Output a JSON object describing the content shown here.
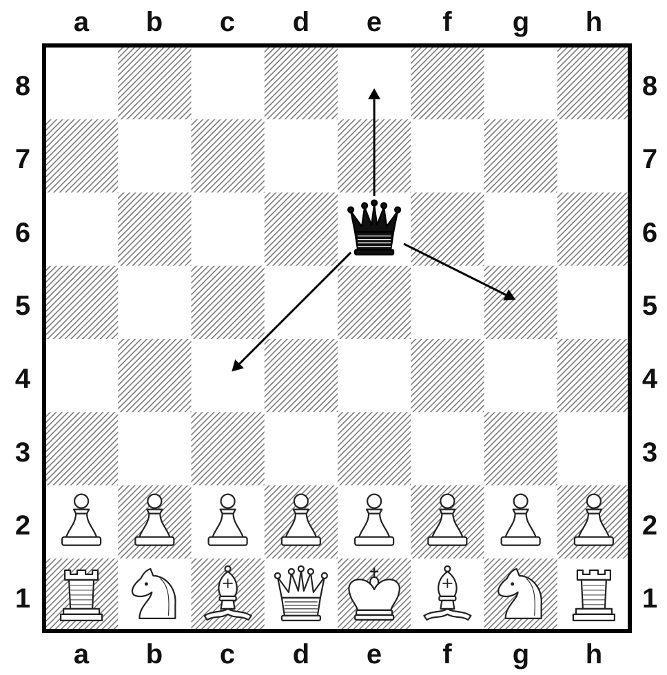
{
  "files": [
    "a",
    "b",
    "c",
    "d",
    "e",
    "f",
    "g",
    "h"
  ],
  "ranks": [
    "8",
    "7",
    "6",
    "5",
    "4",
    "3",
    "2",
    "1"
  ],
  "colors": {
    "light_square": "#ffffff",
    "dark_square_hatch": "#7a7a7a",
    "border": "#000000",
    "arrow": "#000000"
  },
  "pieces": [
    {
      "square": "e6",
      "piece": "queen",
      "color": "black",
      "icon": "black-queen-icon"
    },
    {
      "square": "a2",
      "piece": "pawn",
      "color": "white",
      "icon": "white-pawn-icon"
    },
    {
      "square": "b2",
      "piece": "pawn",
      "color": "white",
      "icon": "white-pawn-icon"
    },
    {
      "square": "c2",
      "piece": "pawn",
      "color": "white",
      "icon": "white-pawn-icon"
    },
    {
      "square": "d2",
      "piece": "pawn",
      "color": "white",
      "icon": "white-pawn-icon"
    },
    {
      "square": "e2",
      "piece": "pawn",
      "color": "white",
      "icon": "white-pawn-icon"
    },
    {
      "square": "f2",
      "piece": "pawn",
      "color": "white",
      "icon": "white-pawn-icon"
    },
    {
      "square": "g2",
      "piece": "pawn",
      "color": "white",
      "icon": "white-pawn-icon"
    },
    {
      "square": "h2",
      "piece": "pawn",
      "color": "white",
      "icon": "white-pawn-icon"
    },
    {
      "square": "a1",
      "piece": "rook",
      "color": "white",
      "icon": "white-rook-icon"
    },
    {
      "square": "b1",
      "piece": "knight",
      "color": "white",
      "icon": "white-knight-icon"
    },
    {
      "square": "c1",
      "piece": "bishop",
      "color": "white",
      "icon": "white-bishop-icon"
    },
    {
      "square": "d1",
      "piece": "queen",
      "color": "white",
      "icon": "white-queen-icon"
    },
    {
      "square": "e1",
      "piece": "king",
      "color": "white",
      "icon": "white-king-icon"
    },
    {
      "square": "f1",
      "piece": "bishop",
      "color": "white",
      "icon": "white-bishop-icon"
    },
    {
      "square": "g1",
      "piece": "knight",
      "color": "white",
      "icon": "white-knight-icon"
    },
    {
      "square": "h1",
      "piece": "rook",
      "color": "white",
      "icon": "white-rook-icon"
    }
  ],
  "arrows": [
    {
      "from": "e6",
      "to": "e8",
      "direction": "up"
    },
    {
      "from": "e6",
      "to": "g5",
      "direction": "right-down"
    },
    {
      "from": "e6",
      "to": "c4",
      "direction": "left-down"
    }
  ]
}
